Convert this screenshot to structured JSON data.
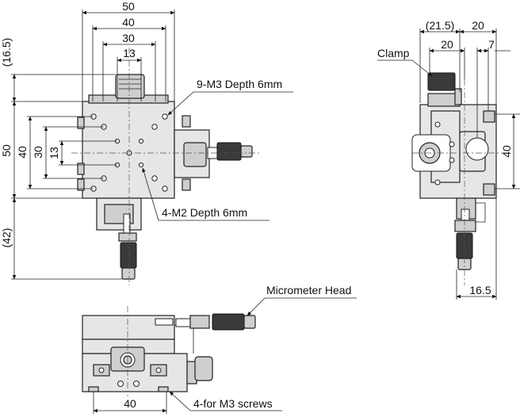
{
  "dimensions": {
    "top_50": "50",
    "top_40": "40",
    "top_30": "30",
    "top_13": "13",
    "left_16_5": "(16.5)",
    "left_50": "50",
    "left_40": "40",
    "left_30": "30",
    "left_13": "13",
    "left_42": "(42)",
    "side_21_5": "(21.5)",
    "side_20_top": "20",
    "side_20": "20",
    "side_7": "7",
    "side_40": "40",
    "side_16_5": "16.5",
    "front_40": "40"
  },
  "callouts": {
    "m3_holes": "9-M3 Depth 6mm",
    "m2_holes": "4-M2 Depth 6mm",
    "clamp": "Clamp",
    "micrometer_head": "Micrometer Head",
    "m3_screws": "4-for M3 screws"
  }
}
